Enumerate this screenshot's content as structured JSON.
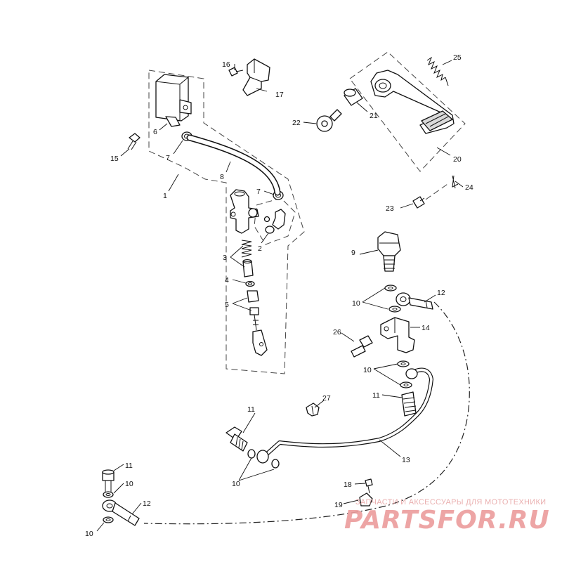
{
  "callouts": {
    "c1": "1",
    "c2": "2",
    "c3": "3",
    "c4": "4",
    "c5": "5",
    "c6": "6",
    "c7a": "7",
    "c7b": "7",
    "c8": "8",
    "c9": "9",
    "c10a": "10",
    "c10b": "10",
    "c10c": "10",
    "c10d": "10",
    "c10e": "10",
    "c11a": "11",
    "c11b": "11",
    "c11c": "11",
    "c12a": "12",
    "c12b": "12",
    "c13": "13",
    "c14": "14",
    "c15": "15",
    "c16": "16",
    "c17": "17",
    "c18": "18",
    "c19": "19",
    "c20": "20",
    "c21": "21",
    "c22": "22",
    "c23": "23",
    "c24": "24",
    "c25": "25",
    "c26": "26",
    "c27": "27"
  },
  "watermark": {
    "tagline": "ЗАПЧАСТИ И АКСЕССУАРЫ ДЛЯ МОТОТЕХНИКИ",
    "brand": "PARTSFOR.RU"
  },
  "colors": {
    "line": "#111111",
    "watermark": "#ec9c9c"
  }
}
